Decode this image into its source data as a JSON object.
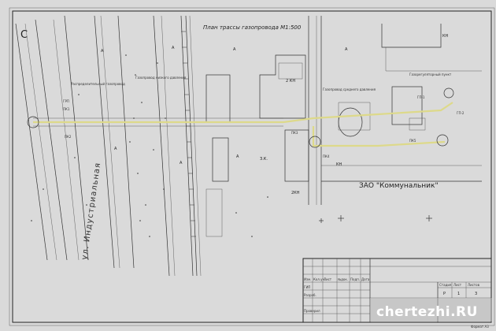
{
  "drawing": {
    "title": "План трассы газопровода  М1:500",
    "corner_letter": "С",
    "street_name": "ул. Индустриальная",
    "company_label": "ЗАО \"Коммунальник\"",
    "zone_letter": "А",
    "kn_label": "КН",
    "building_labels": [
      "2 КН",
      "З.К.",
      "2КН",
      "КН"
    ],
    "small_labels": [
      "Распределительный газопровод",
      "Газопровод низкого давления",
      "Газопровод среднего давления",
      "Газорегуляторный пункт"
    ],
    "node_labels": [
      "ГРП",
      "ПК1",
      "ПК2",
      "ПК3",
      "ПК4",
      "ПК5",
      "ГП-1",
      "ГП-2"
    ]
  },
  "title_block": {
    "labels": [
      "Изм.",
      "Кол.уч.",
      "Лист",
      "№док.",
      "Подп.",
      "Дата"
    ],
    "row_labels": [
      "ГИП",
      "Разраб.",
      "Проверил"
    ],
    "stage_header": [
      "Стадия",
      "Лист",
      "Листов"
    ],
    "stage_values": [
      "Р",
      "1",
      "3"
    ],
    "format_label": "Формат А3"
  },
  "watermark": "chertezhi.RU"
}
